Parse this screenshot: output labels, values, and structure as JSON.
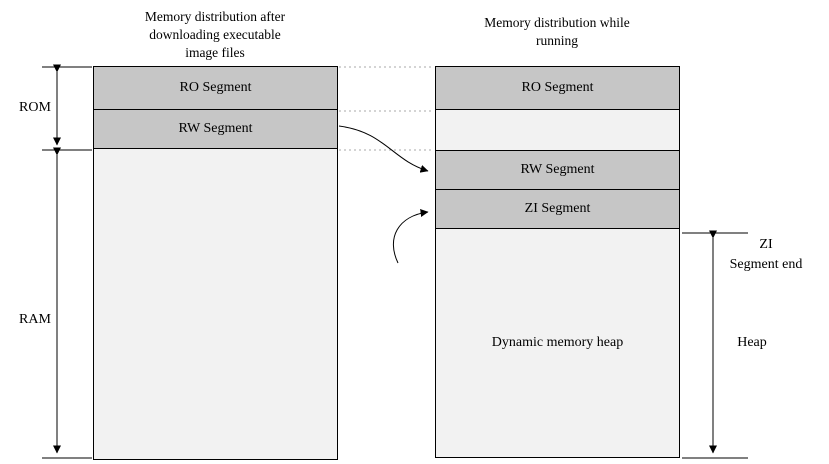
{
  "colors": {
    "segment_fill": "#c6c6c6",
    "empty_fill": "#f2f2f2",
    "border": "#000000",
    "connector": "#aaaaaa"
  },
  "left_column": {
    "title": "Memory distribution after\ndownloading executable\nimage files",
    "segments": [
      {
        "label": "RO Segment"
      },
      {
        "label": "RW Segment"
      },
      {
        "label": ""
      }
    ]
  },
  "right_column": {
    "title": "Memory distribution while\nrunning",
    "segments": [
      {
        "label": "RO Segment"
      },
      {
        "label": ""
      },
      {
        "label": "RW Segment"
      },
      {
        "label": "ZI Segment"
      },
      {
        "label": "Dynamic memory heap"
      }
    ]
  },
  "side_labels": {
    "rom": "ROM",
    "ram": "RAM",
    "zi_end": "ZI\nSegment end",
    "heap": "Heap"
  }
}
